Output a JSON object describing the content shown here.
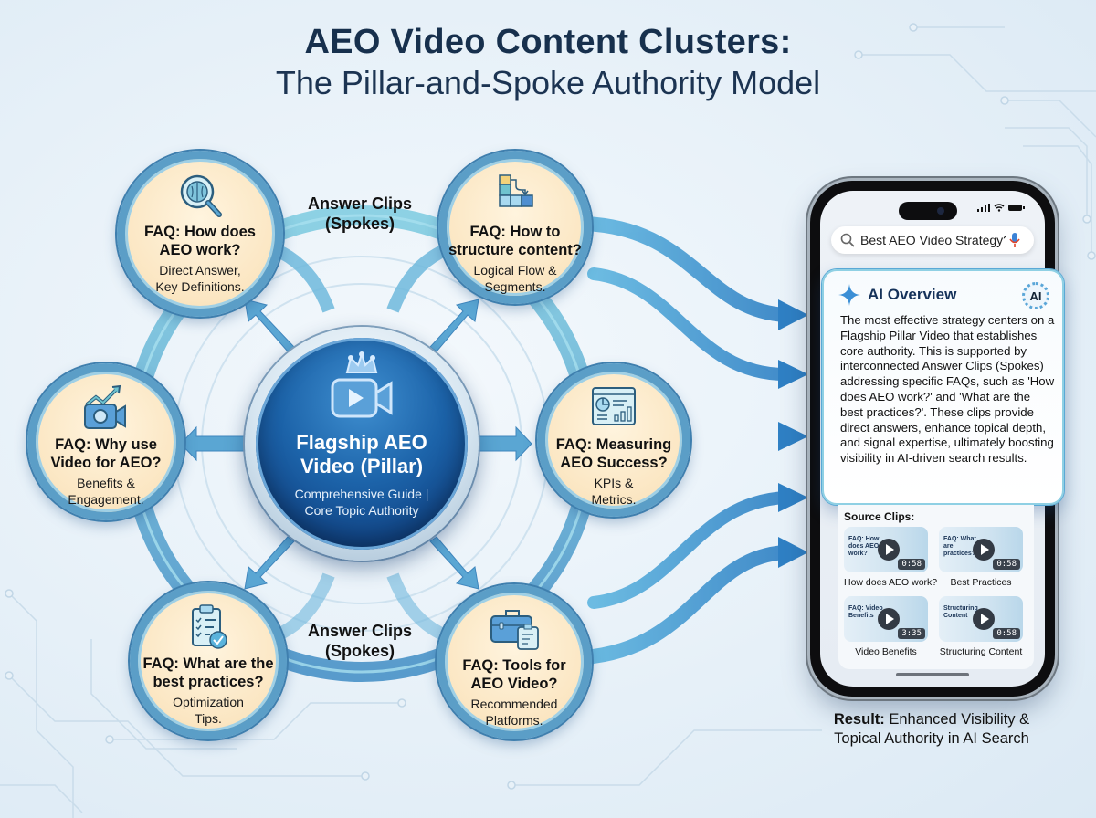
{
  "title": {
    "line1": "AEO Video Content Clusters:",
    "line2": "The Pillar-and-Spoke Authority Model"
  },
  "colors": {
    "title": "#17304d",
    "pillar_blue": "#1c63a9",
    "bubble_fill": "#fbe6c2",
    "bubble_border": "#5b9ec7",
    "arrow_blue": "#3e8fd0",
    "background": "#e9f2f9"
  },
  "pillar": {
    "icon": "crowned-video-camera-icon",
    "title_line1": "Flagship AEO",
    "title_line2": "Video (Pillar)",
    "subtitle_line1": "Comprehensive Guide |",
    "subtitle_line2": "Core Topic Authority"
  },
  "spoke_labels": {
    "top_line1": "Answer Clips",
    "top_line2": "(Spokes)",
    "bottom_line1": "Answer Clips",
    "bottom_line2": "(Spokes)"
  },
  "faqs": [
    {
      "id": "how-aeo-works",
      "icon": "brain-magnifier-icon",
      "q1": "FAQ: How does",
      "q2": "AEO work?",
      "a1": "Direct Answer,",
      "a2": "Key Definitions."
    },
    {
      "id": "structure-content",
      "icon": "flow-blocks-icon",
      "q1": "FAQ: How to",
      "q2": "structure content?",
      "a1": "Logical Flow &",
      "a2": "Segments."
    },
    {
      "id": "why-video",
      "icon": "camera-growth-icon",
      "q1": "FAQ: Why use",
      "q2": "Video for AEO?",
      "a1": "Benefits &",
      "a2": "Engagement."
    },
    {
      "id": "measuring-success",
      "icon": "analytics-dashboard-icon",
      "q1": "FAQ: Measuring",
      "q2": "AEO Success?",
      "a1": "KPIs &",
      "a2": "Metrics."
    },
    {
      "id": "best-practices",
      "icon": "checklist-clipboard-icon",
      "q1": "FAQ: What are the",
      "q2": "best practices?",
      "a1": "Optimization",
      "a2": "Tips."
    },
    {
      "id": "tools",
      "icon": "toolbox-icon",
      "q1": "FAQ: Tools for",
      "q2": "AEO Video?",
      "a1": "Recommended",
      "a2": "Platforms."
    }
  ],
  "phone": {
    "search": {
      "value": "Best AEO Video Strategy?",
      "search_icon": "search-icon",
      "mic_icon": "microphone-icon"
    },
    "ai_overview": {
      "label": "AI Overview",
      "badge": "AI",
      "body": "The most effective strategy centers on a Flagship Pillar Video that establishes core authority. This is supported by interconnected Answer Clips (Spokes) addressing specific FAQs, such as 'How does AEO work?' and 'What are the best practices?'. These clips provide direct answers, enhance topical depth, and signal expertise, ultimately boosting visibility in AI-driven search results."
    },
    "source_clips": {
      "title": "Source Clips:",
      "items": [
        {
          "thumb_text": "FAQ: How does AEO work?",
          "duration": "0:58",
          "caption": "How does AEO work?"
        },
        {
          "thumb_text": "FAQ: What are practices?",
          "duration": "0:58",
          "caption": "Best Practices"
        },
        {
          "thumb_text": "FAQ: Video Benefits",
          "duration": "3:35",
          "caption": "Video Benefits"
        },
        {
          "thumb_text": "Structuring Content",
          "duration": "0:58",
          "caption": "Structuring Content"
        }
      ]
    }
  },
  "result": {
    "bold": "Result:",
    "line1": "Enhanced Visibility &",
    "line2": "Topical Authority in AI Search"
  }
}
